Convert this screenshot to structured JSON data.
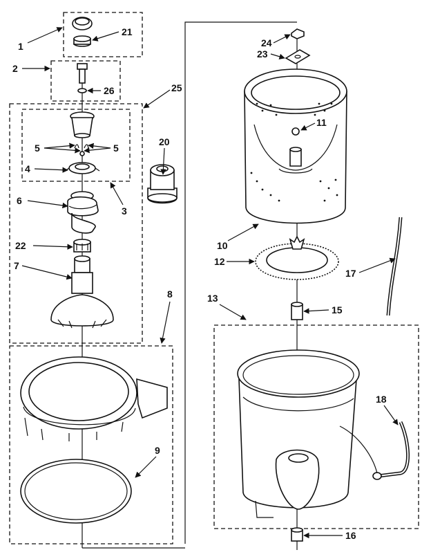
{
  "diagram": {
    "type": "exploded-parts-diagram",
    "callouts": [
      "1",
      "21",
      "2",
      "26",
      "25",
      "5",
      "5",
      "4",
      "3",
      "6",
      "22",
      "7",
      "20",
      "8",
      "9",
      "24",
      "23",
      "11",
      "10",
      "12",
      "17",
      "13",
      "15",
      "18",
      "16"
    ]
  },
  "colors": {
    "ink": "#111111",
    "paper": "#ffffff"
  }
}
